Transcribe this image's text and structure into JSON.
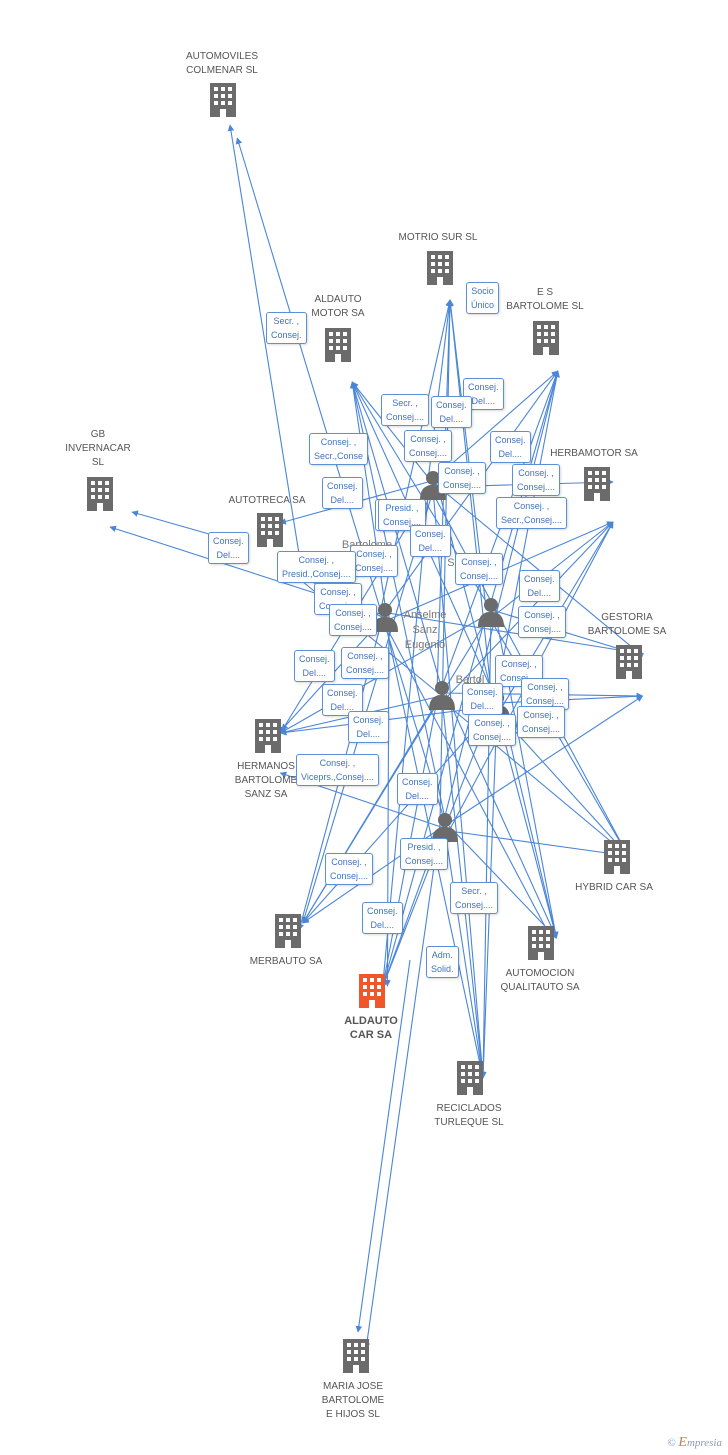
{
  "colors": {
    "edge": "#4a86d8",
    "building": "#6b6b6b",
    "focus_building": "#f0562a",
    "person": "#6b6b6b"
  },
  "companies": [
    {
      "id": "automoviles",
      "label": "AUTOMOVILES\nCOLMENAR SL",
      "icon": "building-icon"
    },
    {
      "id": "motrio",
      "label": "MOTRIO SUR  SL",
      "icon": "building-icon"
    },
    {
      "id": "aldauto_motor",
      "label": "ALDAUTO\nMOTOR SA",
      "icon": "building-icon"
    },
    {
      "id": "es_bartolome",
      "label": "E S\nBARTOLOME SL",
      "icon": "building-icon"
    },
    {
      "id": "gb_invernacar",
      "label": "GB\nINVERNACAR\nSL",
      "icon": "building-icon"
    },
    {
      "id": "herbamotor",
      "label": "HERBAMOTOR SA",
      "icon": "building-icon"
    },
    {
      "id": "autotreca",
      "label": "AUTOTRECA SA",
      "icon": "building-icon"
    },
    {
      "id": "gestoria",
      "label": "GESTORIA\nBARTOLOME SA",
      "icon": "building-icon"
    },
    {
      "id": "hermanos",
      "label": "HERMANOS\nBARTOLOME\nSANZ SA",
      "icon": "building-icon"
    },
    {
      "id": "hybrid",
      "label": "HYBRID CAR SA",
      "icon": "building-icon"
    },
    {
      "id": "merbauto",
      "label": "MERBAUTO SA",
      "icon": "building-icon"
    },
    {
      "id": "automocion",
      "label": "AUTOMOCION\nQUALITAUTO SA",
      "icon": "building-icon"
    },
    {
      "id": "aldauto_car",
      "label": "ALDAUTO\nCAR SA",
      "icon": "building-icon",
      "focus": true
    },
    {
      "id": "reciclados",
      "label": "RECICLADOS\nTURLEQUE SL",
      "icon": "building-icon"
    },
    {
      "id": "maria_jose",
      "label": "MARIA JOSE\nBARTOLOME\nE HIJOS SL",
      "icon": "building-icon"
    }
  ],
  "persons": [
    {
      "id": "p1",
      "label": ""
    },
    {
      "id": "p2",
      "label": "Bartolome"
    },
    {
      "id": "p3",
      "label": "Sa"
    },
    {
      "id": "p4",
      "label": "Anselme\nSanz\nEugenio"
    },
    {
      "id": "p5",
      "label": "Bartol"
    },
    {
      "id": "p6",
      "label": ""
    }
  ],
  "relations": [
    {
      "text": "Secr. ,\nConsej."
    },
    {
      "text": "Socio\nÚnico"
    },
    {
      "text": "Consej.\nDel...."
    },
    {
      "text": "Secr. ,\nConsej...."
    },
    {
      "text": "Consej.\nDel...."
    },
    {
      "text": "Consej. ,\nConsej...."
    },
    {
      "text": "Consej.\nDel...."
    },
    {
      "text": "Consej. ,\nSecr.,Conse"
    },
    {
      "text": "Consej. ,\nConsej...."
    },
    {
      "text": "Consej.\nDel...."
    },
    {
      "text": "Consej. ,\nConsej...."
    },
    {
      "text": "Secr. ,\nConsej...."
    },
    {
      "text": "Presid. ,\nConsej...."
    },
    {
      "text": "Consej. ,\nSecr.,Consej...."
    },
    {
      "text": "Consej.\nDel...."
    },
    {
      "text": "Consej.\nDel...."
    },
    {
      "text": "Consej. ,\nConsej...."
    },
    {
      "text": "Consej. ,\nConsej...."
    },
    {
      "text": "Consej. ,\nPresid.,Consej...."
    },
    {
      "text": "Consej. ,\nConsej...."
    },
    {
      "text": "Consej. ,\nConsej...."
    },
    {
      "text": "Consej.\nDel...."
    },
    {
      "text": "Consej. ,\nConsej...."
    },
    {
      "text": "Consej.\nDel...."
    },
    {
      "text": "Consej. ,\nConsej...."
    },
    {
      "text": "Consej. ,\nConsej...."
    },
    {
      "text": "Consej. ,\nConsej...."
    },
    {
      "text": "Consej.\nDel...."
    },
    {
      "text": "Consej. ,\nViceprs.,Consej...."
    },
    {
      "text": "Consej.\nDel...."
    },
    {
      "text": "Consej.\nDel...."
    },
    {
      "text": "Consej.\nDel...."
    },
    {
      "text": "Consej. ,\nConsej...."
    },
    {
      "text": "Presid. ,\nConsej...."
    },
    {
      "text": "Consej. ,\nConsej...."
    },
    {
      "text": "Secr. ,\nConsej...."
    },
    {
      "text": "Consej. ,\nConsej...."
    },
    {
      "text": "Consej.\nDel...."
    },
    {
      "text": "Adm.\nSolid."
    }
  ],
  "brand": {
    "copyright": "©",
    "name": "mpresia",
    "initial": "E"
  }
}
